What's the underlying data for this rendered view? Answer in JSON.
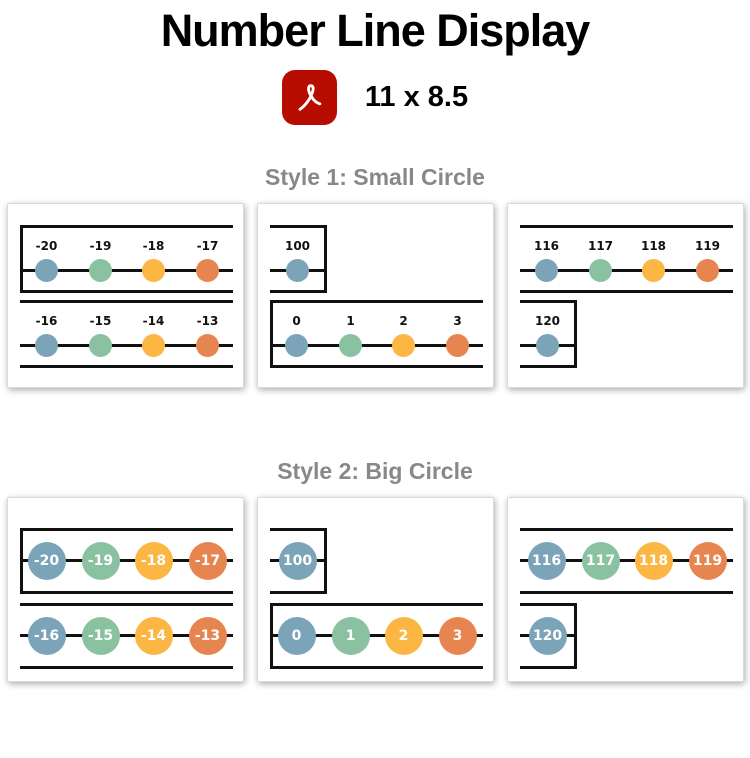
{
  "header": {
    "title": "Number Line Display",
    "pdf_icon": "acrobat-pdf-icon",
    "page_size": "11 x 8.5"
  },
  "colors": {
    "circle_palette": [
      "#7CA4B9",
      "#8AC2A1",
      "#FBB644",
      "#E6854F"
    ],
    "line": "#111111",
    "heading_gray": "#888888",
    "pdf_red": "#B70D00"
  },
  "sections": [
    {
      "title": "Style 1: Small Circle",
      "style": "small",
      "panels": [
        {
          "rows": [
            {
              "kind": "start",
              "values": [
                "-20",
                "-19",
                "-18",
                "-17"
              ]
            },
            {
              "kind": "open",
              "values": [
                "-16",
                "-15",
                "-14",
                "-13"
              ]
            }
          ]
        },
        {
          "rows": [
            {
              "kind": "end",
              "values": [
                "100"
              ]
            },
            {
              "kind": "start",
              "values": [
                "0",
                "1",
                "2",
                "3"
              ]
            }
          ]
        },
        {
          "rows": [
            {
              "kind": "open",
              "values": [
                "116",
                "117",
                "118",
                "119"
              ]
            },
            {
              "kind": "end",
              "values": [
                "120"
              ]
            }
          ]
        }
      ]
    },
    {
      "title": "Style 2: Big Circle",
      "style": "big",
      "panels": [
        {
          "rows": [
            {
              "kind": "start",
              "values": [
                "-20",
                "-19",
                "-18",
                "-17"
              ]
            },
            {
              "kind": "open",
              "values": [
                "-16",
                "-15",
                "-14",
                "-13"
              ]
            }
          ]
        },
        {
          "rows": [
            {
              "kind": "end",
              "values": [
                "100"
              ]
            },
            {
              "kind": "start",
              "values": [
                "0",
                "1",
                "2",
                "3"
              ]
            }
          ]
        },
        {
          "rows": [
            {
              "kind": "open",
              "values": [
                "116",
                "117",
                "118",
                "119"
              ]
            },
            {
              "kind": "end",
              "values": [
                "120"
              ]
            }
          ]
        }
      ]
    }
  ]
}
